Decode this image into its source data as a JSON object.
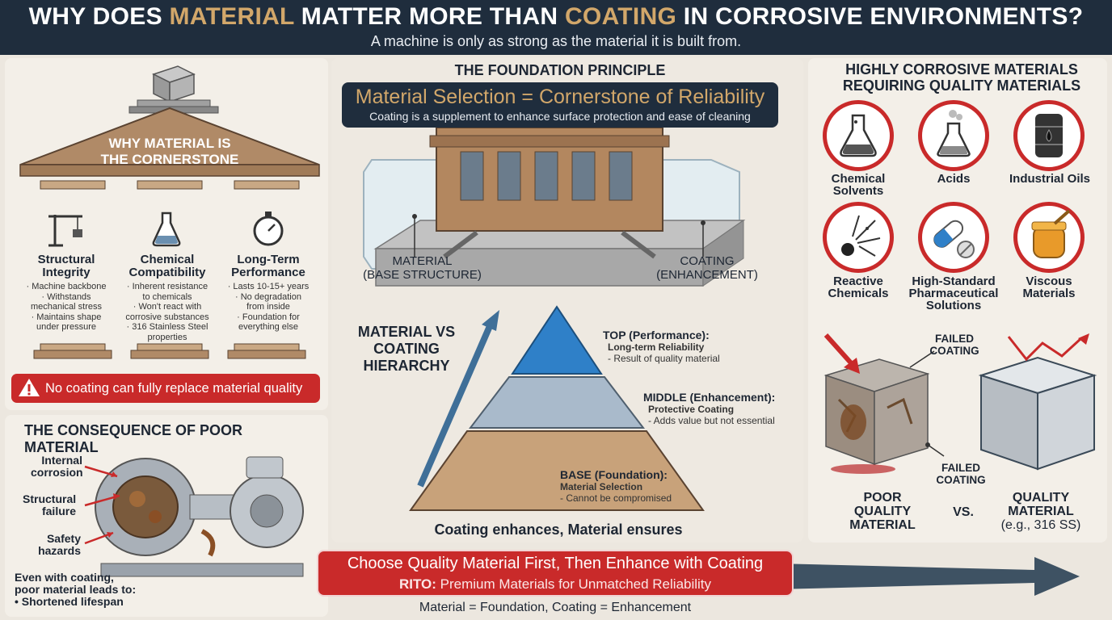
{
  "header": {
    "title_part1": "WHY DOES ",
    "title_accent1": "MATERIAL",
    "title_part2": " MATTER MORE THAN ",
    "title_accent2": "COATING",
    "title_part3": " IN CORROSIVE ENVIRONMENTS?",
    "subtitle": "A machine is only as strong as the material it is built from."
  },
  "left": {
    "pediment_title_line1": "WHY MATERIAL IS",
    "pediment_title_line2": "THE CORNERSTONE",
    "pillars": [
      {
        "title_line1": "Structural",
        "title_line2": "Integrity",
        "icon": "crane-icon",
        "bullets": [
          "· Machine backbone",
          "· Withstands",
          "mechanical stress",
          "· Maintains shape",
          "under pressure"
        ]
      },
      {
        "title_line1": "Chemical",
        "title_line2": "Compatibility",
        "icon": "flask-icon",
        "bullets": [
          "· Inherent resistance",
          "to chemicals",
          "· Won't react with",
          "corrosive substances",
          "· 316 Stainless Steel",
          "properties"
        ]
      },
      {
        "title_line1": "Long-Term",
        "title_line2": "Performance",
        "icon": "stopwatch-icon",
        "bullets": [
          "· Lasts 10-15+ years",
          "· No degradation",
          "from inside",
          "· Foundation for",
          "everything else"
        ]
      }
    ],
    "warning": "No coating can fully replace material quality",
    "consequence_title": "THE CONSEQUENCE OF POOR MATERIAL",
    "callouts": [
      {
        "line1": "Internal",
        "line2": "corrosion"
      },
      {
        "line1": "Structural",
        "line2": "failure"
      },
      {
        "line1": "Safety",
        "line2": "hazards"
      }
    ],
    "consequence_text_line1": "Even with coating,",
    "consequence_text_line2": "poor material leads to:",
    "consequence_bullet": "•  Shortened lifespan"
  },
  "center": {
    "principle_title": "THE FOUNDATION PRINCIPLE",
    "banner_title": "Material Selection = Cornerstone of Reliability",
    "banner_sub": "Coating is a supplement to enhance surface protection and ease of cleaning",
    "material_label_line1": "MATERIAL",
    "material_label_line2": "(BASE STRUCTURE)",
    "coating_label_line1": "COATING",
    "coating_label_line2": "(ENHANCEMENT)",
    "hierarchy_line1": "MATERIAL VS",
    "hierarchy_line2": "COATING",
    "hierarchy_line3": "HIERARCHY",
    "levels": [
      {
        "title": "TOP (Performance):",
        "sub1": "Long-term Reliability",
        "sub2": "- Result of quality material"
      },
      {
        "title": "MIDDLE (Enhancement):",
        "sub1": "Protective Coating",
        "sub2": "- Adds value but not essential"
      },
      {
        "title": "BASE (Foundation):",
        "sub1": "Material Selection",
        "sub2": "- Cannot be compromised"
      }
    ],
    "pyramid_caption": "Coating enhances, Material ensures",
    "cta_title": "Choose Quality Material First, Then Enhance with Coating",
    "cta_brand": "RITO:",
    "cta_sub": " Premium Materials for Unmatched Reliability",
    "footer": "Material = Foundation, Coating = Enhancement"
  },
  "right": {
    "title_line1": "HIGHLY CORROSIVE MATERIALS",
    "title_line2": "REQUIRING QUALITY MATERIALS",
    "items": [
      {
        "line1": "Chemical",
        "line2": "Solvents",
        "line3": "",
        "icon": "flask-bubbles-icon"
      },
      {
        "line1": "Acids",
        "line2": "",
        "line3": "",
        "icon": "acid-flask-icon"
      },
      {
        "line1": "Industrial Oils",
        "line2": "",
        "line3": "",
        "icon": "oil-barrel-icon"
      },
      {
        "line1": "Reactive",
        "line2": "Chemicals",
        "line3": "",
        "icon": "explosion-icon"
      },
      {
        "line1": "High-Standard",
        "line2": "Pharmaceutical",
        "line3": "Solutions",
        "icon": "pills-icon"
      },
      {
        "line1": "Viscous",
        "line2": "Materials",
        "line3": "",
        "icon": "honey-jar-icon"
      }
    ],
    "failed_top_line1": "FAILED",
    "failed_top_line2": "COATING",
    "failed_bottom_line1": "FAILED",
    "failed_bottom_line2": "COATING",
    "poor_line1": "POOR",
    "poor_line2": "QUALITY",
    "poor_line3": "MATERIAL",
    "vs": "VS.",
    "quality_line1": "QUALITY",
    "quality_line2": "MATERIAL",
    "quality_line3": "(e.g., 316 SS)"
  },
  "colors": {
    "header_bg": "#1f2d3d",
    "accent_gold": "#d2a76a",
    "alert_red": "#c92a2a",
    "pyramid_top": "#2f80c8",
    "pyramid_mid": "#a9bacb",
    "pyramid_base": "#c8a27a"
  }
}
